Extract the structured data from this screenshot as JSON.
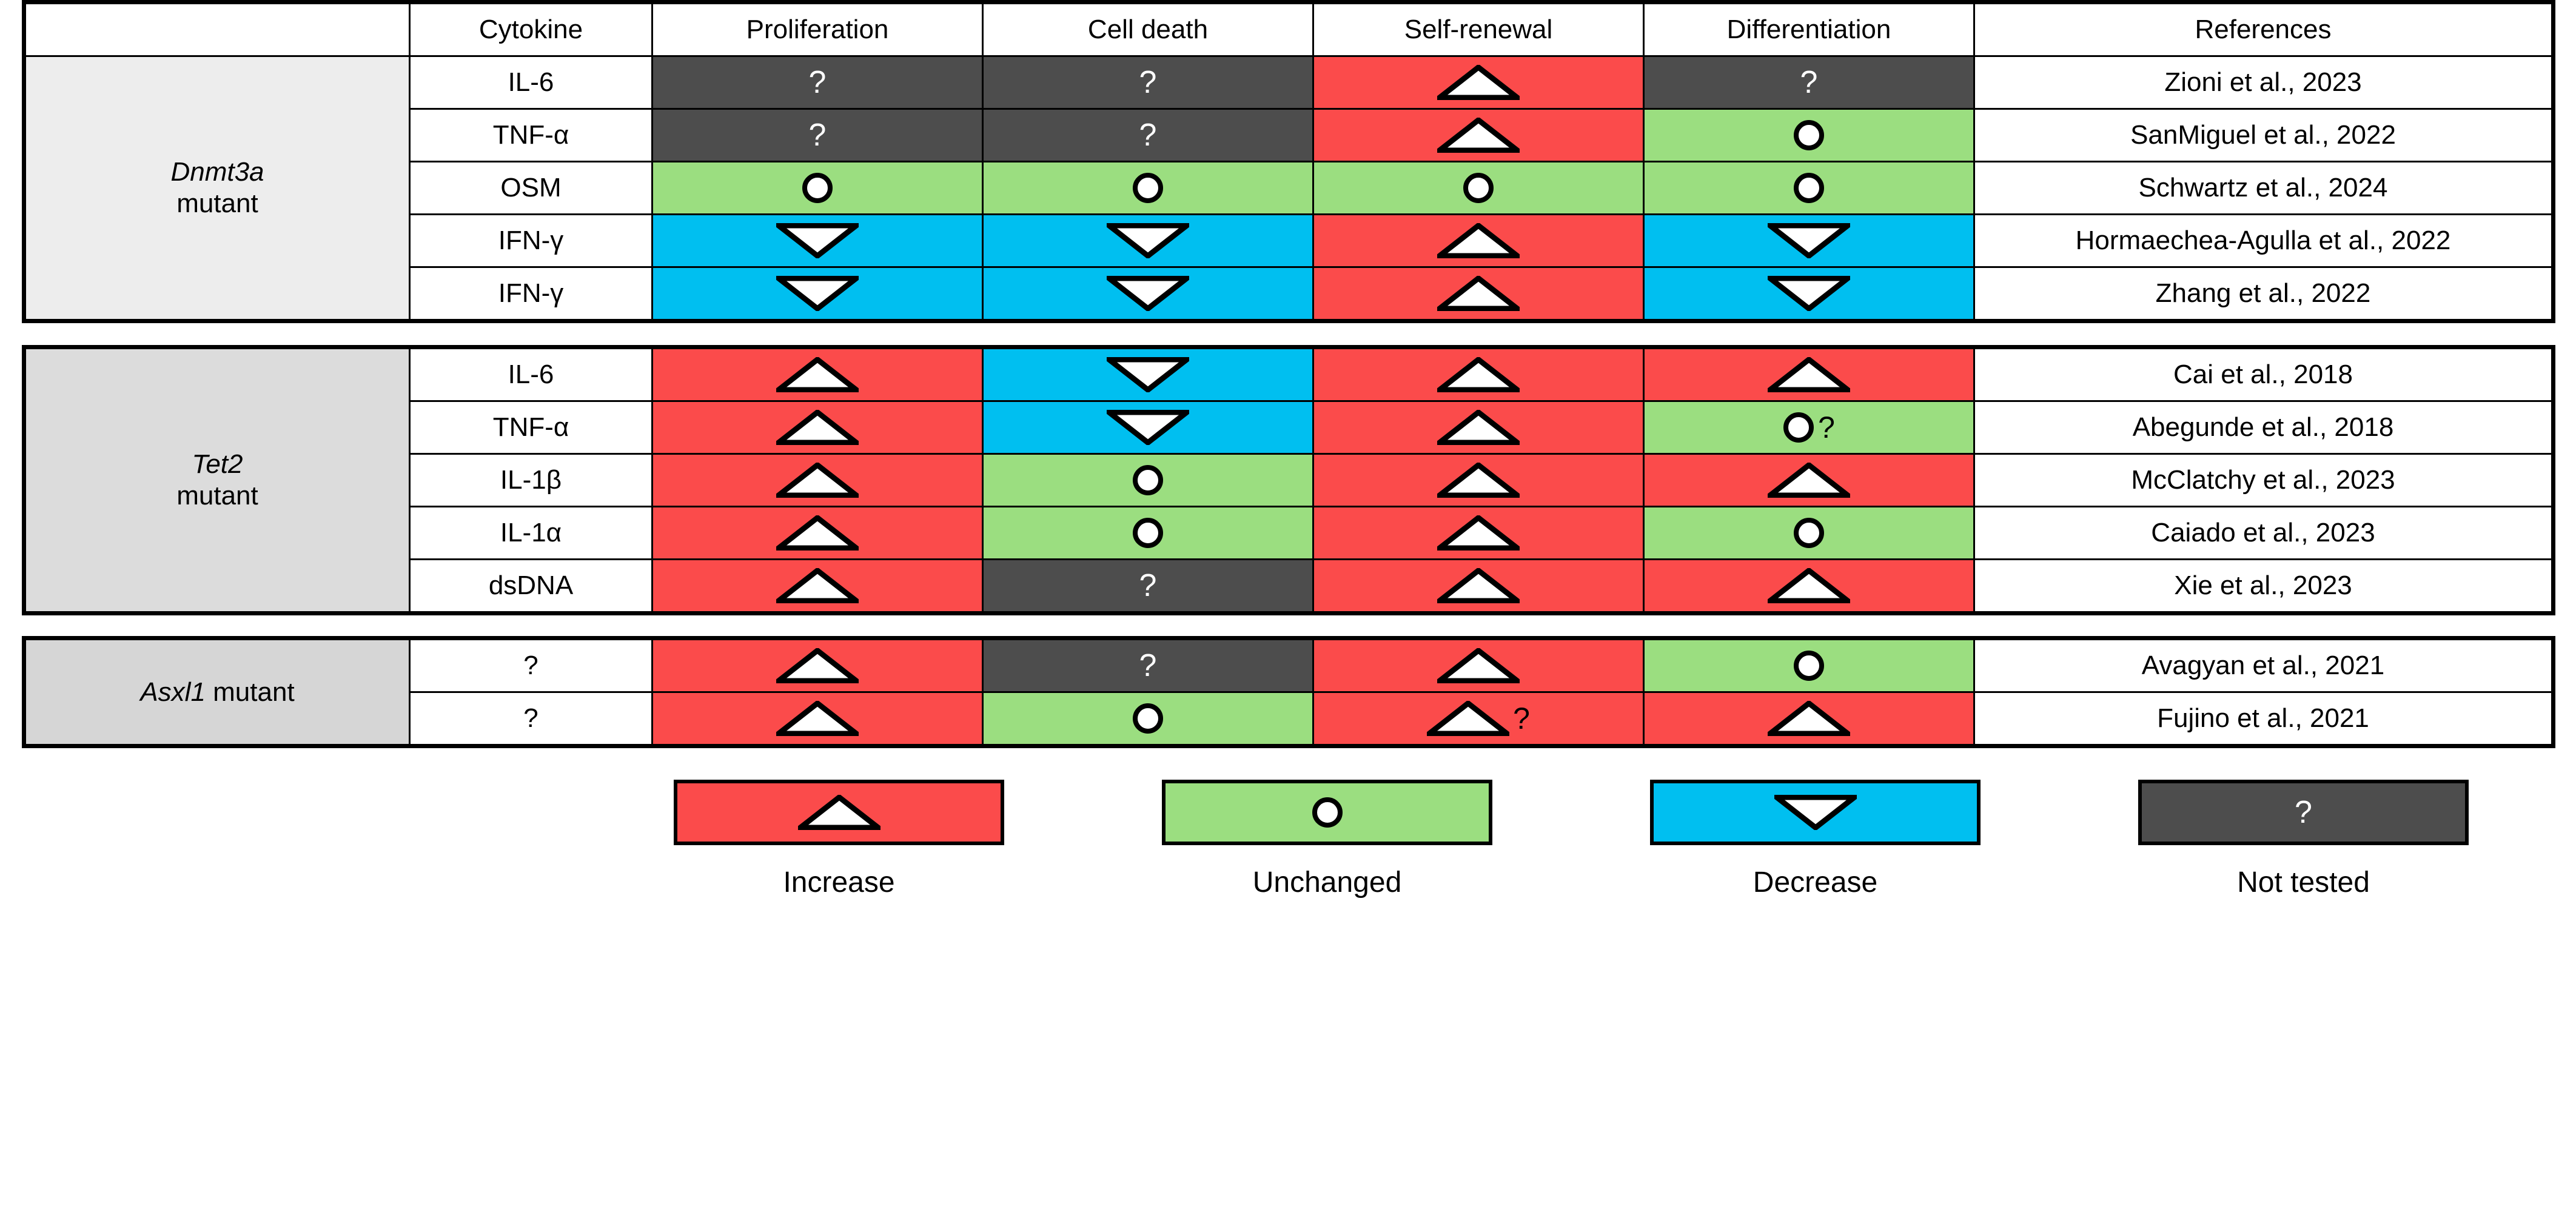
{
  "columns": {
    "mutant": "",
    "cytokine": "Cytokine",
    "proliferation": "Proliferation",
    "cell_death": "Cell death",
    "self_renewal": "Self-renewal",
    "differentiation": "Differentiation",
    "references": "References"
  },
  "status_legend": {
    "increase": {
      "label": "Increase",
      "glyph": "triangle-up-icon",
      "color": "#fb4b4b"
    },
    "unchanged": {
      "label": "Unchanged",
      "glyph": "circle-icon",
      "color": "#9bde80"
    },
    "decrease": {
      "label": "Decrease",
      "glyph": "triangle-down-icon",
      "color": "#00bff0"
    },
    "not_tested": {
      "label": "Not tested",
      "glyph": "question-mark-icon",
      "color": "#4d4d4d"
    }
  },
  "blocks": [
    {
      "mutant_gene": "Dnmt3a",
      "mutant_suffix": "mutant",
      "mutant_on_two_lines": true,
      "rows": [
        {
          "cytokine": "IL-6",
          "proliferation": "not_tested",
          "cell_death": "not_tested",
          "self_renewal": "increase",
          "differentiation": "not_tested",
          "reference": "Zioni et al., 2023"
        },
        {
          "cytokine": "TNF-α",
          "proliferation": "not_tested",
          "cell_death": "not_tested",
          "self_renewal": "increase",
          "differentiation": "unchanged",
          "reference": "SanMiguel et al., 2022"
        },
        {
          "cytokine": "OSM",
          "proliferation": "unchanged",
          "cell_death": "unchanged",
          "self_renewal": "unchanged",
          "differentiation": "unchanged",
          "reference": "Schwartz et al., 2024"
        },
        {
          "cytokine": "IFN-γ",
          "proliferation": "decrease",
          "cell_death": "decrease",
          "self_renewal": "increase",
          "differentiation": "decrease",
          "reference": "Hormaechea-Agulla et al., 2022"
        },
        {
          "cytokine": "IFN-γ",
          "proliferation": "decrease",
          "cell_death": "decrease",
          "self_renewal": "increase",
          "differentiation": "decrease",
          "reference": "Zhang et al., 2022"
        }
      ]
    },
    {
      "mutant_gene": "Tet2",
      "mutant_suffix": "mutant",
      "mutant_on_two_lines": true,
      "rows": [
        {
          "cytokine": "IL-6",
          "proliferation": "increase",
          "cell_death": "decrease",
          "self_renewal": "increase",
          "differentiation": "increase",
          "reference": "Cai et al., 2018"
        },
        {
          "cytokine": "TNF-α",
          "proliferation": "increase",
          "cell_death": "decrease",
          "self_renewal": "increase",
          "differentiation": "unchanged",
          "differentiation_uncertain": true,
          "reference": "Abegunde et al., 2018"
        },
        {
          "cytokine": "IL-1β",
          "proliferation": "increase",
          "cell_death": "unchanged",
          "self_renewal": "increase",
          "differentiation": "increase",
          "reference": "McClatchy et al., 2023"
        },
        {
          "cytokine": "IL-1α",
          "proliferation": "increase",
          "cell_death": "unchanged",
          "self_renewal": "increase",
          "differentiation": "unchanged",
          "reference": "Caiado et al., 2023"
        },
        {
          "cytokine": "dsDNA",
          "proliferation": "increase",
          "cell_death": "not_tested",
          "self_renewal": "increase",
          "differentiation": "increase",
          "reference": "Xie et al., 2023"
        }
      ]
    },
    {
      "mutant_gene": "Asxl1",
      "mutant_suffix": "mutant",
      "mutant_on_two_lines": false,
      "rows": [
        {
          "cytokine": "?",
          "proliferation": "increase",
          "cell_death": "not_tested",
          "self_renewal": "increase",
          "differentiation": "unchanged",
          "reference": "Avagyan et al., 2021"
        },
        {
          "cytokine": "?",
          "proliferation": "increase",
          "cell_death": "unchanged",
          "self_renewal": "increase",
          "self_renewal_uncertain": true,
          "differentiation": "increase",
          "reference": "Fujino et al., 2021"
        }
      ]
    }
  ]
}
